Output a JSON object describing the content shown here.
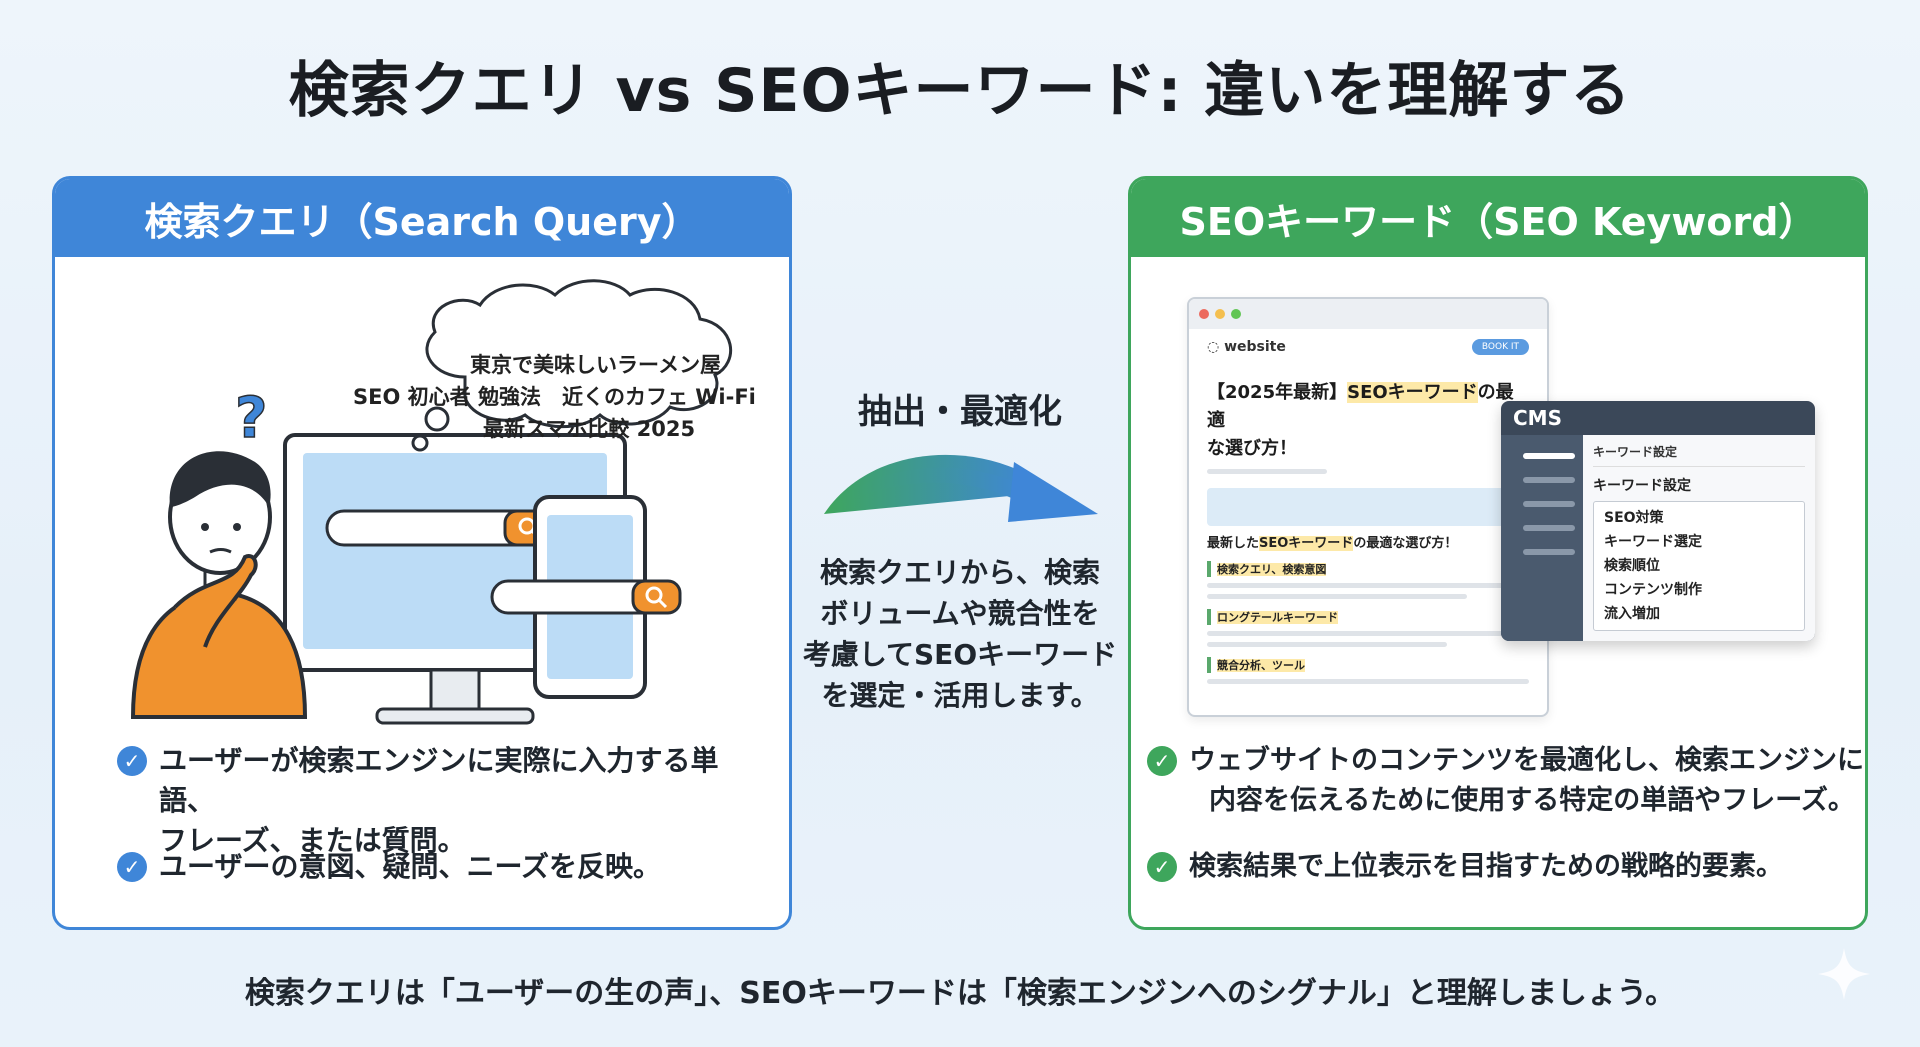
{
  "title": "検索クエリ vs SEOキーワード: 違いを理解する",
  "left_panel": {
    "header": "検索クエリ（Search Query）",
    "cloud": [
      "東京で美味しいラーメン屋",
      "SEO 初心者 勉強法　近くのカフェ Wi-Fi",
      "最新スマホ比較 2025"
    ],
    "question_mark": "?",
    "bullets": [
      {
        "line1": "ユーザーが検索エンジンに実際に入力する単語、",
        "line2": "フレーズ、または質問。"
      },
      {
        "line1": "ユーザーの意図、疑問、ニーズを反映。",
        "line2": ""
      }
    ]
  },
  "middle": {
    "label": "抽出・最適化",
    "text": [
      "検索クエリから、検索",
      "ボリュームや競合性を",
      "考慮してSEOキーワード",
      "を選定・活用します。"
    ]
  },
  "right_panel": {
    "header": "SEOキーワード（SEO Keyword）",
    "browser": {
      "site_name": "website",
      "button": "BOOK IT",
      "title_line1": "【2025年最新】",
      "title_hl": "SEOキーワード",
      "title_line1b": "の最適",
      "title_line2": "な選び方！",
      "subhead_pre": "最新した",
      "subhead_hl": "SEOキーワード",
      "subhead_post": "の最適な選び方！",
      "sections": [
        "検索クエリ、検索意図",
        "ロングテールキーワード",
        "競合分析、ツール"
      ]
    },
    "cms": {
      "title": "CMS",
      "label1": "キーワード設定",
      "label2": "キーワード設定",
      "items": [
        "SEO対策",
        "キーワード選定",
        "検索順位",
        "コンテンツ制作",
        "流入増加"
      ]
    },
    "bullets": [
      {
        "line1": "ウェブサイトのコンテンツを最適化し、検索エンジンに",
        "line2": "内容を伝えるために使用する特定の単語やフレーズ。"
      },
      {
        "line1": "検索結果で上位表示を目指すための戦略的要素。",
        "line2": ""
      }
    ]
  },
  "footer": "検索クエリは「ユーザーの生の声」、SEOキーワードは「検索エンジンへのシグナル」と理解しましょう。",
  "colors": {
    "blue": "#3f86d8",
    "green": "#3ea65c",
    "orange": "#f0922e"
  },
  "icons": {
    "check": "check-circle-icon",
    "search": "search-icon",
    "arrow": "curved-arrow-icon"
  }
}
